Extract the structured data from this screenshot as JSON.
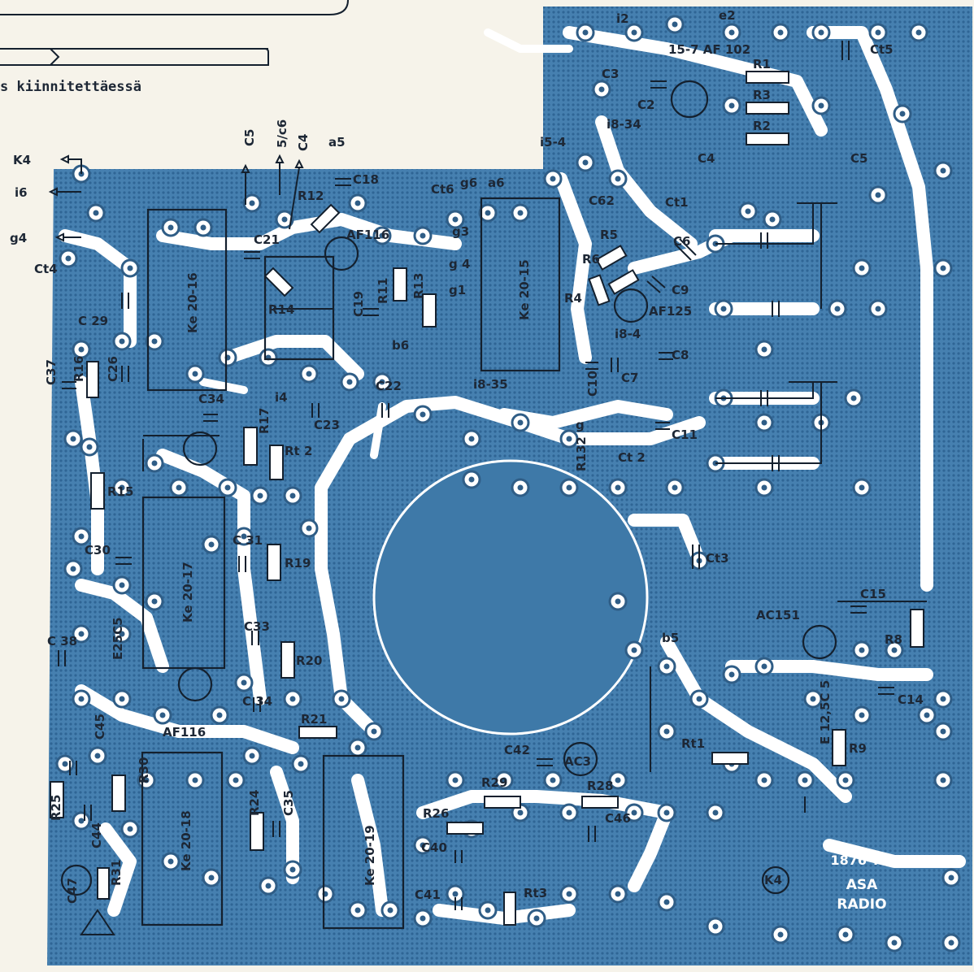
{
  "top_note": {
    "text": "s kiinnitettäessä"
  },
  "labels": {
    "k4_out": "K4",
    "i6_out": "i6",
    "g4_out": "g4",
    "c5_out": "C5",
    "c6_out": "5/c6",
    "c4_out": "C4",
    "a5": "a5",
    "ct4": "Ct4",
    "c29": "C 29",
    "c37": "C37",
    "r16": "R16",
    "c26": "C26",
    "ke2016": "Ke 20-16",
    "c21": "C21",
    "r12": "R12",
    "c18": "C18",
    "af116_top": "AF116",
    "r14": "R14",
    "c19": "C19",
    "r11": "R11",
    "r13": "R13",
    "ct6": "Ct6",
    "g6": "g6",
    "a6": "a6",
    "g3": "g3",
    "g4b": "g 4",
    "g1": "g1",
    "b6": "b6",
    "ke2015": "Ke 20-15",
    "i2": "i2",
    "e2": "e2",
    "af102": "15-7 AF 102",
    "ct5": "Ct5",
    "c3": "C3",
    "r1": "R1",
    "c2": "C2",
    "r3": "R3",
    "i834": "i8-34",
    "r2": "R2",
    "c4_top": "C4",
    "c5_top": "C5",
    "i54": "i5-4",
    "c62": "C62",
    "ct1": "Ct1",
    "r5": "R5",
    "c6": "C6",
    "r6": "R6",
    "c9": "C9",
    "r4": "R4",
    "af125": "AF125",
    "i84": "i8-4",
    "c8": "C8",
    "c10": "C10",
    "c7": "C7",
    "i835": "i8-35",
    "r132": "R132",
    "g_small": "g",
    "c11": "C11",
    "ct2": "Ct 2",
    "c34a": "C34",
    "r17": "R17",
    "rt2": "Rt 2",
    "i4": "i4",
    "c23": "C23",
    "c22": "C22",
    "r15": "R15",
    "c30": "C30",
    "c31": "C 31",
    "r19": "R19",
    "ke2017": "Ke 20-17",
    "e25c5": "E25C5",
    "c33": "C33",
    "r20": "R20",
    "c38": "C 38",
    "c34b": "C 34",
    "r21": "R21",
    "af116_bottom": "AF116",
    "c45": "C45",
    "r30": "R30",
    "r25": "R25",
    "c44": "C44",
    "r24": "R24",
    "c35": "C35",
    "ke2018": "Ke 20-18",
    "ke2019": "Ke 20-19",
    "c42": "C42",
    "ac3": "AC3",
    "r29": "R29",
    "r28": "R28",
    "r26": "R26",
    "c46": "C46",
    "c40": "C40",
    "c41": "C41",
    "rt3": "Rt3",
    "ct3": "Ct3",
    "c15": "C15",
    "ac151": "AC151",
    "r8": "R8",
    "b5": "b5",
    "c14": "C14",
    "e125c5": "E 12,5C 5",
    "rt1": "Rt1",
    "r9": "R9",
    "k4_bottom": "K4",
    "c47": "C47",
    "r31": "R31",
    "brand1": "1876 TM",
    "brand2": "ASA",
    "brand3": "RADIO"
  },
  "colors": {
    "board": "#3e79a8",
    "trace": "#ffffff",
    "ink": "#1d2735",
    "paper": "#f6f3ea"
  }
}
